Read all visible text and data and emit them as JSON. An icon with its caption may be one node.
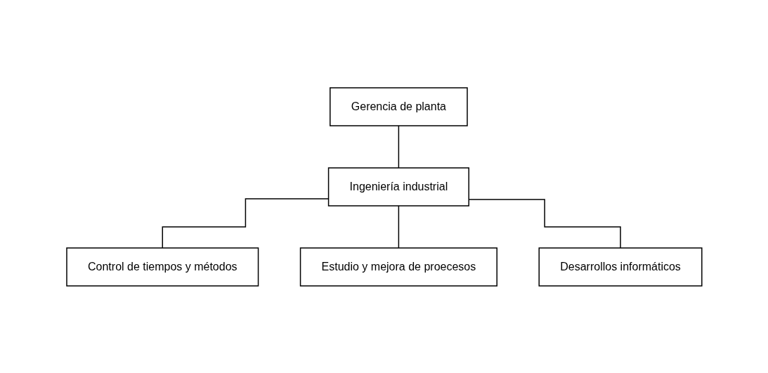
{
  "diagram": {
    "nodes": [
      {
        "text": [
          "Gerencia de planta"
        ]
      },
      {
        "text": [
          "Ingeniería industrial"
        ]
      },
      {
        "text": [
          "Control de tiempos y métodos"
        ]
      },
      {
        "text": [
          "Estudio y mejora de proecesos"
        ]
      },
      {
        "text": [
          "Desarrollos informáticos"
        ]
      }
    ],
    "edges": [
      {
        "from": 0,
        "to": 1,
        "arrow": "none"
      },
      {
        "from": 1,
        "to": 2,
        "arrow": "none"
      },
      {
        "from": 1,
        "to": 3,
        "arrow": "none"
      },
      {
        "from": 1,
        "to": 4,
        "arrow": "none"
      }
    ]
  }
}
